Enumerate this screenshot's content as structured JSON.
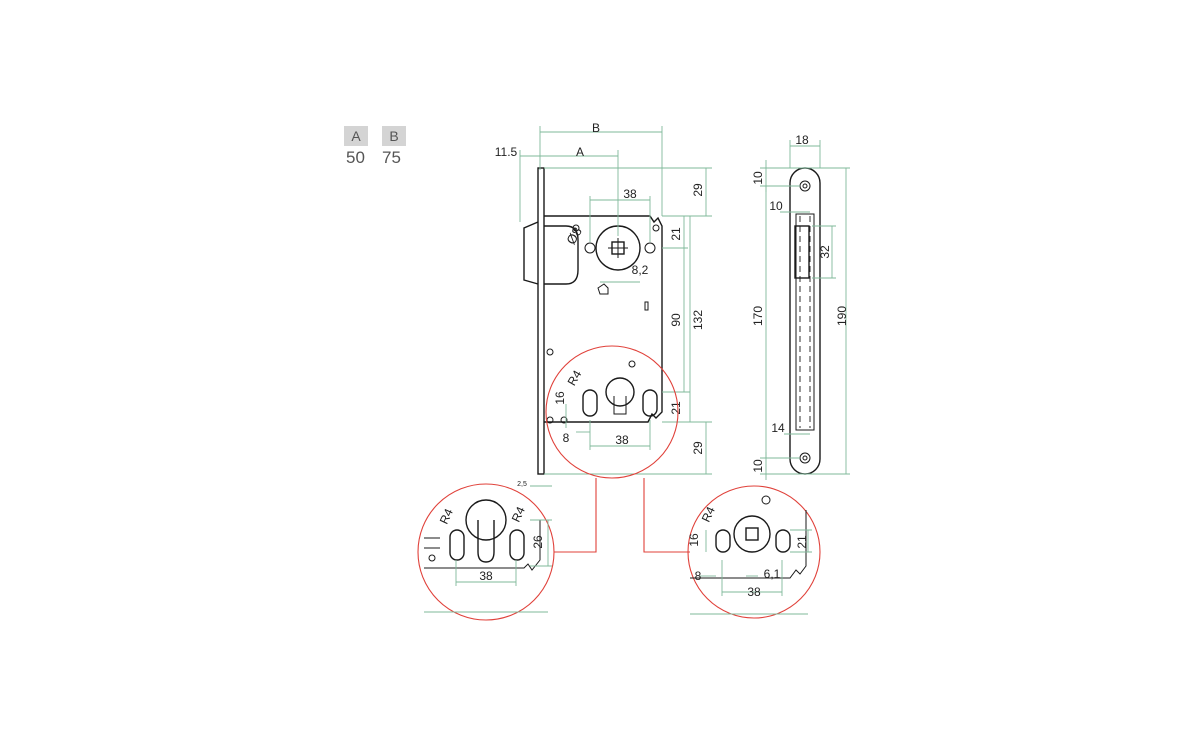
{
  "legend": {
    "a_label": "A",
    "a_value": "50",
    "b_label": "B",
    "b_value": "75"
  },
  "main_view": {
    "dim_B": "B",
    "dim_A": "A",
    "dim_11_5": "11.5",
    "dim_38_top": "38",
    "dim_29_top": "29",
    "dim_d8": "Ø8",
    "dim_21_upper": "21",
    "dim_8_2": "8,2",
    "dim_90": "90",
    "dim_132": "132",
    "dim_r4": "R4",
    "dim_16": "16",
    "dim_21_lower": "21",
    "dim_8": "8",
    "dim_38_bottom": "38",
    "dim_29_bottom": "29",
    "dim_2_5": "2,5"
  },
  "side_view": {
    "dim_18": "18",
    "dim_10_top": "10",
    "dim_10_inner": "10",
    "dim_32": "32",
    "dim_170": "170",
    "dim_190": "190",
    "dim_14": "14",
    "dim_10_bottom": "10"
  },
  "detail_left": {
    "dim_r4_a": "R4",
    "dim_r4_b": "R4",
    "dim_26": "26",
    "dim_38": "38"
  },
  "detail_right": {
    "dim_r4": "R4",
    "dim_16": "16",
    "dim_21": "21",
    "dim_8": "8",
    "dim_6_1": "6,1",
    "dim_38": "38"
  },
  "colors": {
    "line": "#1a1a1a",
    "dimension": "#7fb89a",
    "callout": "#e0413a",
    "legend_box": "#d4d4d4"
  }
}
